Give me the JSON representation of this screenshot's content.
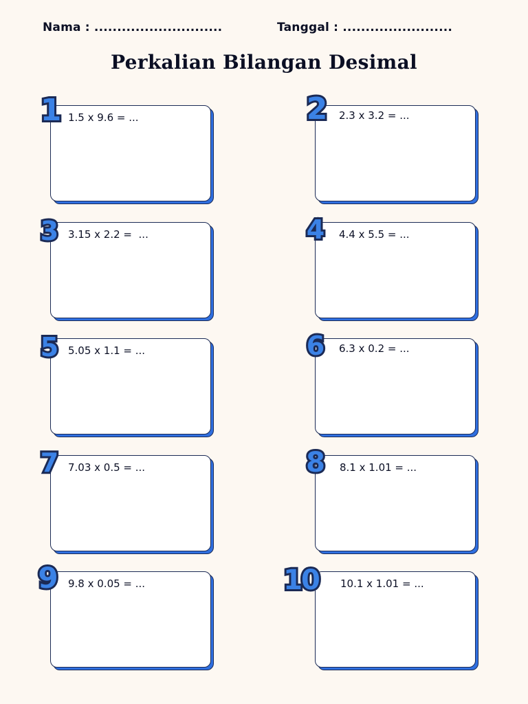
{
  "header": {
    "name_label": "Nama : ............................",
    "date_label": "Tanggal : ........................"
  },
  "title": "Perkalian Bilangan Desimal",
  "colors": {
    "accent": "#2f6fe0",
    "outline": "#1b2a55",
    "background": "#fdf8f2"
  },
  "problems": [
    {
      "number": "1",
      "text": "1.5 x 9.6 = ..."
    },
    {
      "number": "2",
      "text": "2.3 x 3.2 = ..."
    },
    {
      "number": "3",
      "text": "3.15 x 2.2 =  ..."
    },
    {
      "number": "4",
      "text": "4.4 x 5.5 = ..."
    },
    {
      "number": "5",
      "text": "5.05 x 1.1 = ..."
    },
    {
      "number": "6",
      "text": "6.3 x 0.2 = ..."
    },
    {
      "number": "7",
      "text": "7.03 x 0.5 = ..."
    },
    {
      "number": "8",
      "text": "8.1 x 1.01 = ..."
    },
    {
      "number": "9",
      "text": "9.8 x 0.05 = ..."
    },
    {
      "number": "10",
      "text": "10.1 x 1.01 = ..."
    }
  ]
}
